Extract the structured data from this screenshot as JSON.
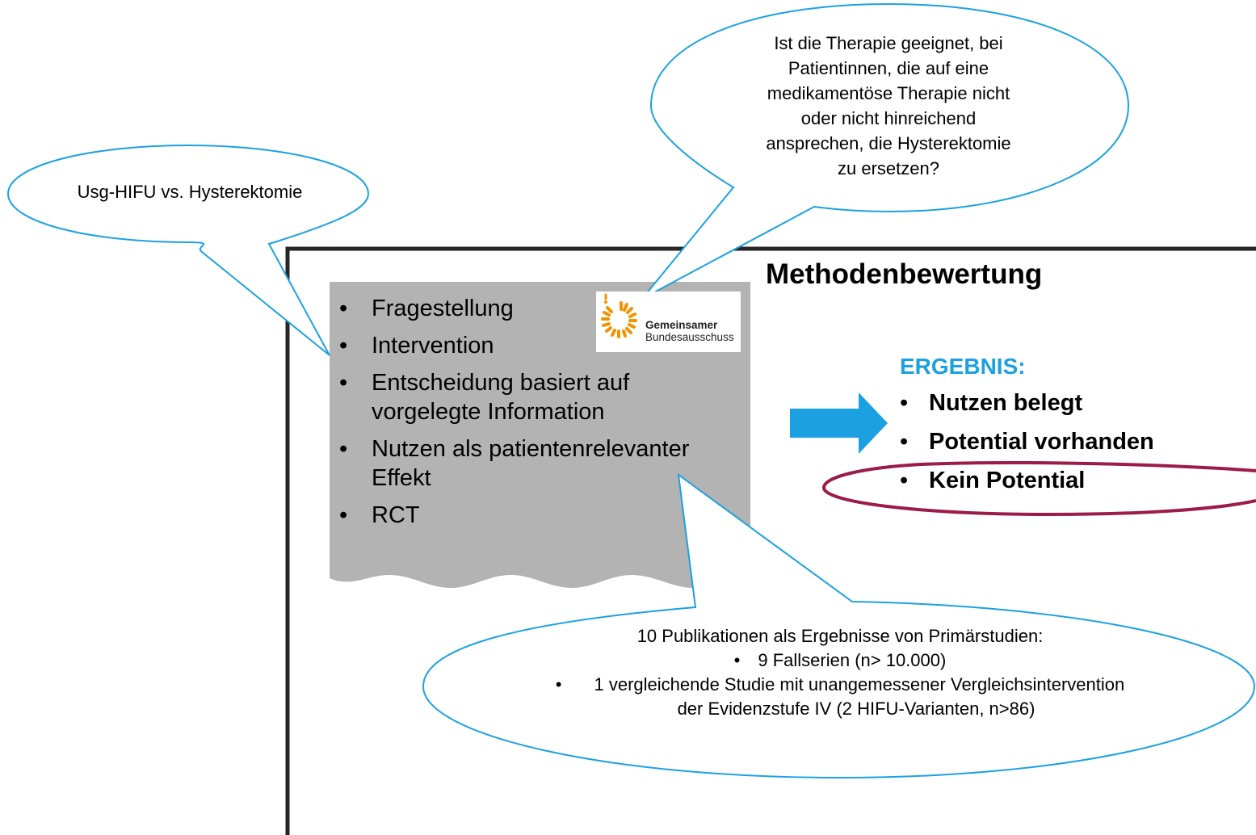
{
  "colors": {
    "bubble_stroke": "#1ba1e2",
    "frame": "#262626",
    "panel_fill": "#b3b3b3",
    "arrow": "#1ba1e2",
    "highlight_ellipse": "#9b1b4b",
    "result_heading": "#1ba1e2",
    "logo_orange": "#f39200"
  },
  "bubble_left": {
    "text": "Usg-HIFU vs. Hysterektomie"
  },
  "bubble_top": {
    "lines": [
      "Ist die Therapie geeignet, bei",
      "Patientinnen, die auf eine",
      "medikamentöse Therapie nicht",
      "oder nicht hinreichend",
      "ansprechen, die Hysterektomie",
      "zu ersetzen?"
    ]
  },
  "main": {
    "title": "Methodenbewertung",
    "bullet": "•",
    "criteria": [
      "Fragestellung",
      "Intervention",
      "Entscheidung basiert auf vorgelegte Information",
      "Nutzen als patientenrelevanter Effekt",
      "RCT"
    ]
  },
  "logo": {
    "line1": "Gemeinsamer",
    "line2": "Bundesausschuss",
    "icon": "sunburst-logo-icon"
  },
  "result": {
    "heading": "ERGEBNIS:",
    "items": [
      "Nutzen belegt",
      "Potential vorhanden",
      "Kein Potential"
    ],
    "highlighted_item": "Kein Potential",
    "arrow_icon": "right-arrow-icon"
  },
  "bubble_bottom": {
    "intro": "10 Publikationen als Ergebnisse von Primärstudien:",
    "items": [
      "9 Fallserien (n> 10.000)",
      "1 vergleichende Studie mit unangemessener Vergleichsintervention"
    ],
    "continuation": "der Evidenzstufe IV (2 HIFU-Varianten, n>86)"
  }
}
